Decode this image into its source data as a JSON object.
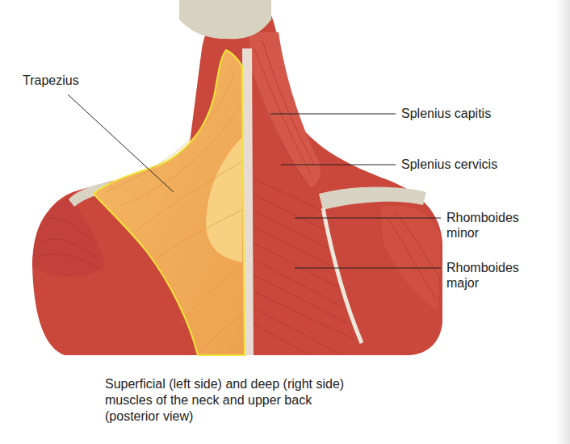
{
  "diagram": {
    "caption": "Superficial (left side) and deep (right side) muscles of the neck and upper back (posterior view)",
    "labels": [
      "Trapezius",
      "Splenius capitis",
      "Splenius cervicis",
      "Rhomboides minor",
      "Rhomboides major"
    ]
  }
}
